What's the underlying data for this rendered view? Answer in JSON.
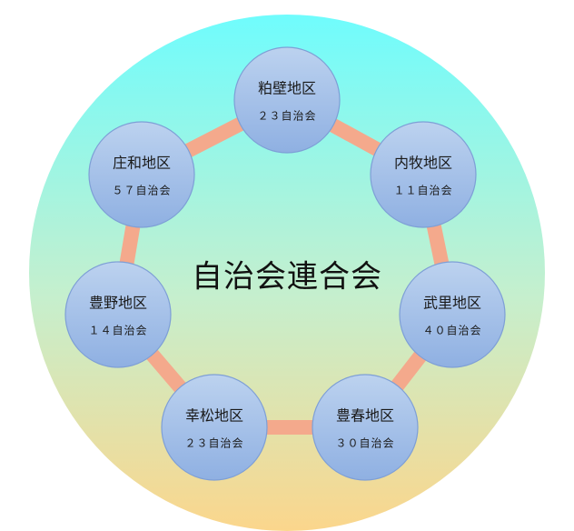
{
  "title": "自治会連合会",
  "colors": {
    "background_top": "#6ffcfd",
    "background_bottom": "#fbd68c",
    "ring": "#f4a98c",
    "ring_edge": "#e89276",
    "node_fill_top": "#bcd2ef",
    "node_fill_bottom": "#8fb0e2",
    "node_stroke": "#7e9fd6"
  },
  "districts": [
    {
      "name": "粕壁地区",
      "count": "２３自治会"
    },
    {
      "name": "内牧地区",
      "count": "１１自治会"
    },
    {
      "name": "武里地区",
      "count": "４０自治会"
    },
    {
      "name": "豊春地区",
      "count": "３０自治会"
    },
    {
      "name": "幸松地区",
      "count": "２３自治会"
    },
    {
      "name": "豊野地区",
      "count": "１４自治会"
    },
    {
      "name": "庄和地区",
      "count": "５７自治会"
    }
  ]
}
